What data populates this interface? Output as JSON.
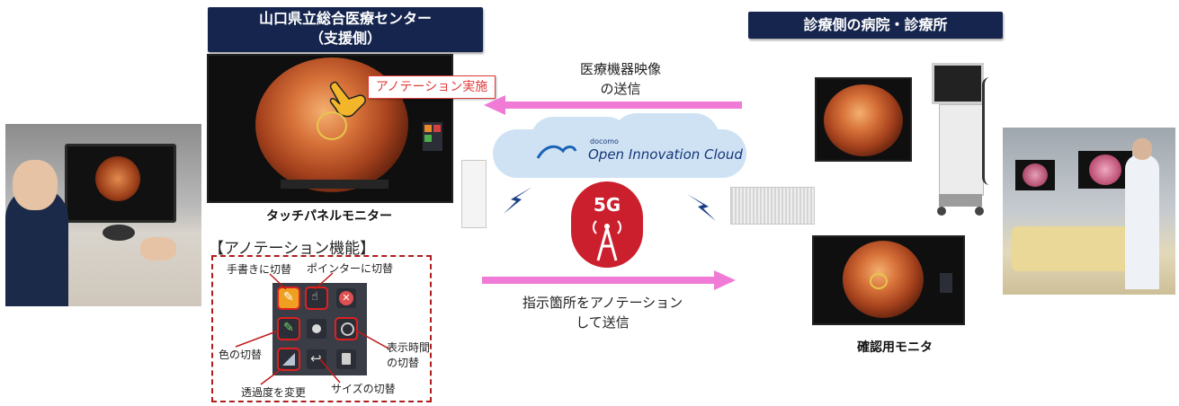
{
  "center_header": {
    "line1": "山口県立総合医療センター",
    "line2": "（支援側）"
  },
  "clinic_header": "診療側の病院・診療所",
  "touch_monitor_label": "タッチパネルモニター",
  "annotation_callout": "アノテーション実施",
  "video_transfer": {
    "line1": "医療機器映像",
    "line2": "の送信"
  },
  "cloud": {
    "brand": "docomo",
    "name": "Open Innovation Cloud"
  },
  "network_badge": "5G",
  "annotation_transfer": {
    "line1": "指示箇所をアノテーション",
    "line2": "して送信"
  },
  "confirm_monitor_label": "確認用モニタ",
  "annotation_features": {
    "title": "【アノテーション機能】",
    "handwriting": "手書きに切替",
    "pointer": "ポインターに切替",
    "color": "色の切替",
    "display_time": {
      "line1": "表示時間",
      "line2": "の切替"
    },
    "transparency": "透過度を変更",
    "size": "サイズの切替"
  },
  "colors": {
    "header_navy": "#15254e",
    "arrow_pink": "#f07bd6",
    "badge_red": "#cc1f2d",
    "highlight_red": "#e02020"
  },
  "icons": [
    "pen-icon",
    "hand-pointer-icon",
    "close-icon",
    "color-pen-icon",
    "dot-icon",
    "timer-icon",
    "transparency-icon",
    "undo-arrow-icon",
    "trash-icon",
    "antenna-icon",
    "lightning-icon"
  ]
}
